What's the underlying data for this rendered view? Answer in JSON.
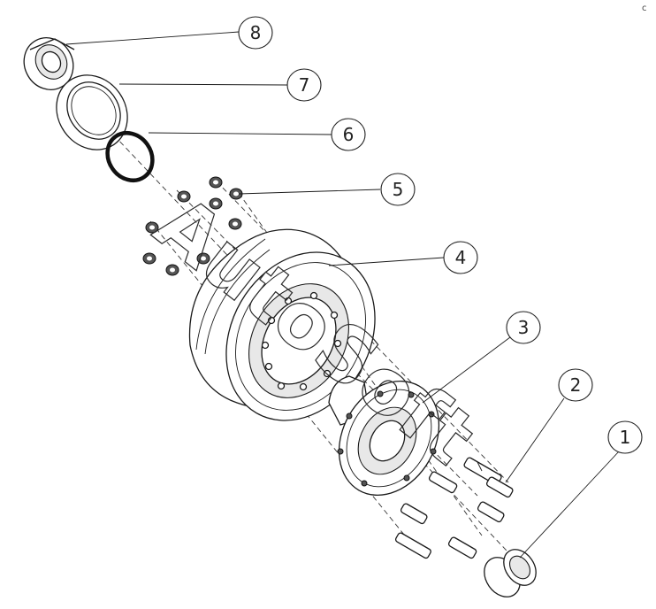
{
  "diagram": {
    "watermark": "AutoSoft",
    "corner_mark": "c",
    "callouts": [
      {
        "id": "callout-8",
        "label": "8"
      },
      {
        "id": "callout-7",
        "label": "7"
      },
      {
        "id": "callout-6",
        "label": "6"
      },
      {
        "id": "callout-5",
        "label": "5"
      },
      {
        "id": "callout-4",
        "label": "4"
      },
      {
        "id": "callout-3",
        "label": "3"
      },
      {
        "id": "callout-2",
        "label": "2"
      },
      {
        "id": "callout-1",
        "label": "1"
      }
    ]
  }
}
